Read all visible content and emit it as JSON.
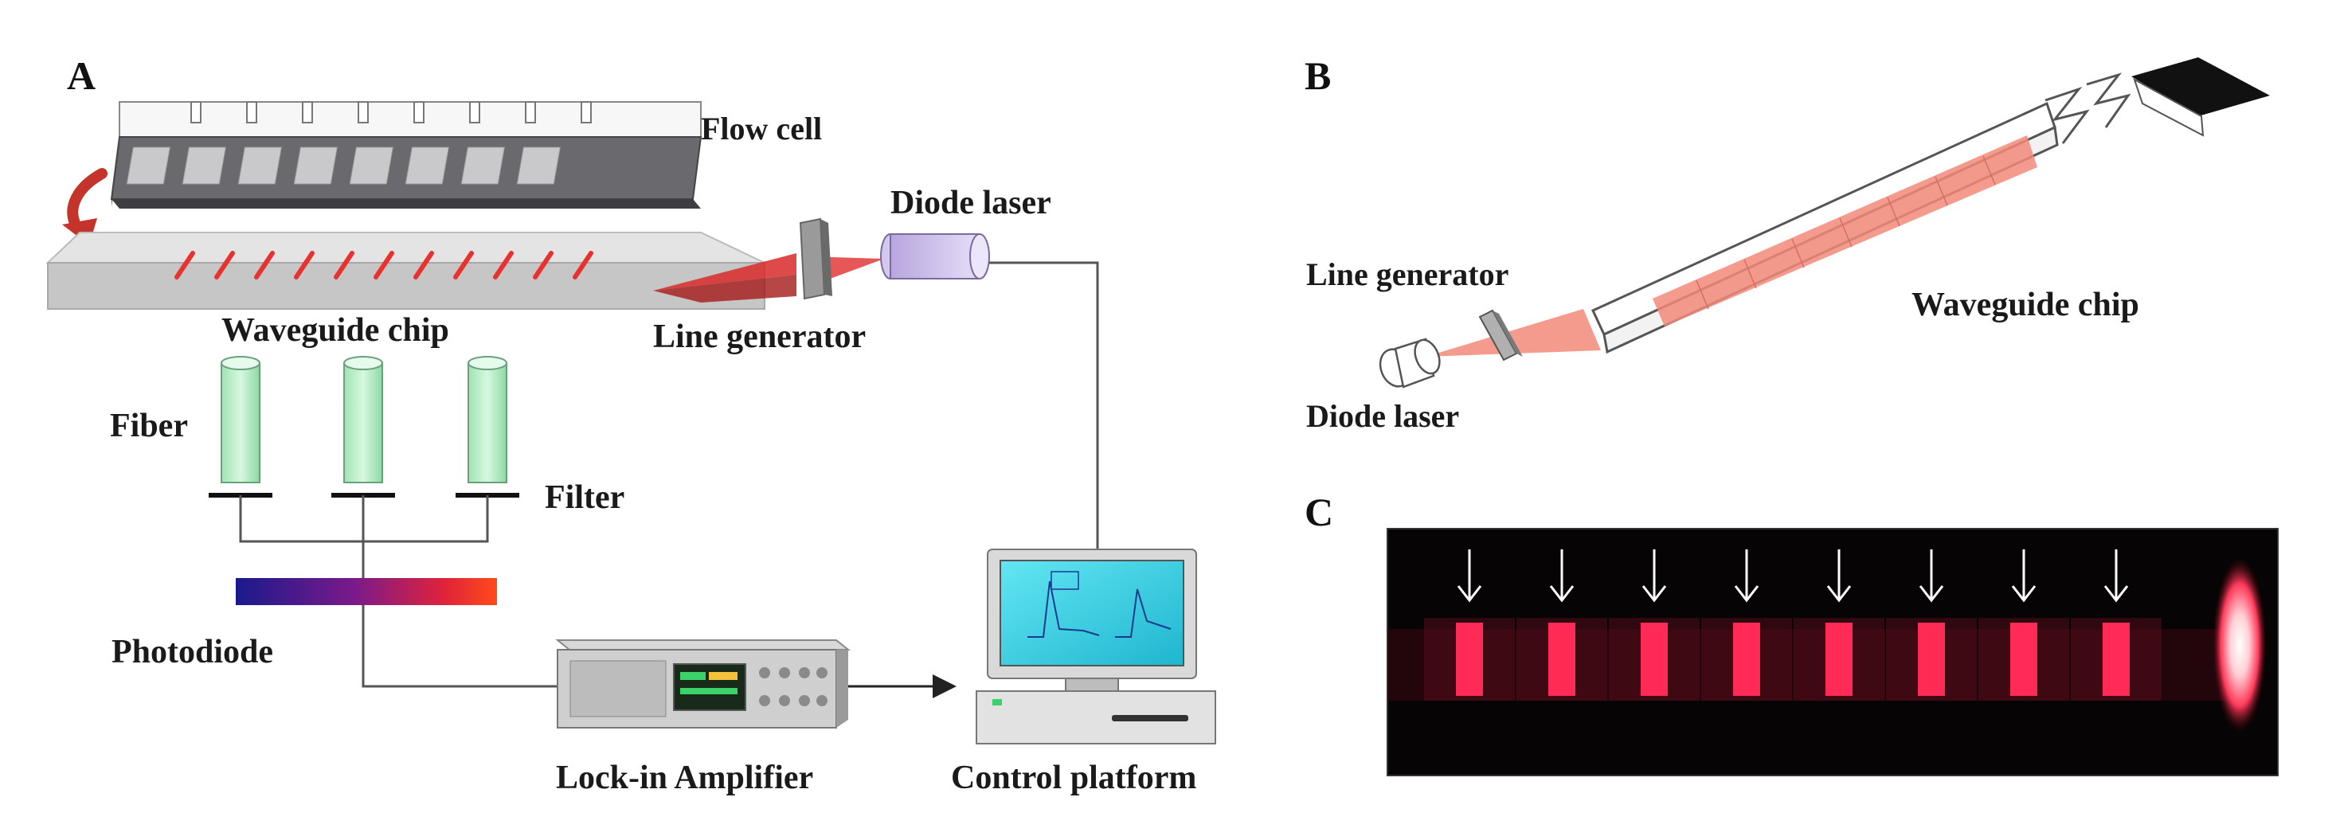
{
  "panels": {
    "a": {
      "letter": "A",
      "labels": {
        "flow_cell": "Flow cell",
        "diode_laser": "Diode laser",
        "waveguide_chip": "Waveguide chip",
        "line_generator": "Line generator",
        "fiber": "Fiber",
        "filter": "Filter",
        "photodiode": "Photodiode",
        "lock_in_amplifier": "Lock-in Amplifier",
        "control_platform": "Control platform"
      }
    },
    "b": {
      "letter": "B",
      "labels": {
        "line_generator": "Line  generator",
        "waveguide_chip": "Waveguide chip",
        "diode_laser": "Diode laser"
      }
    },
    "c": {
      "letter": "C",
      "spot_count": 8
    }
  },
  "colors": {
    "laser_red": "#e8322f",
    "beam_salmon": "#f28a7a",
    "chip_gray": "#c8c8c8",
    "fiber_green": "#b9eec8",
    "photodiode_start": "#1a1a8c",
    "photodiode_end": "#ff3a1a",
    "arrow_red": "#c4342a",
    "screen_cyan": "#3fd7ea"
  }
}
